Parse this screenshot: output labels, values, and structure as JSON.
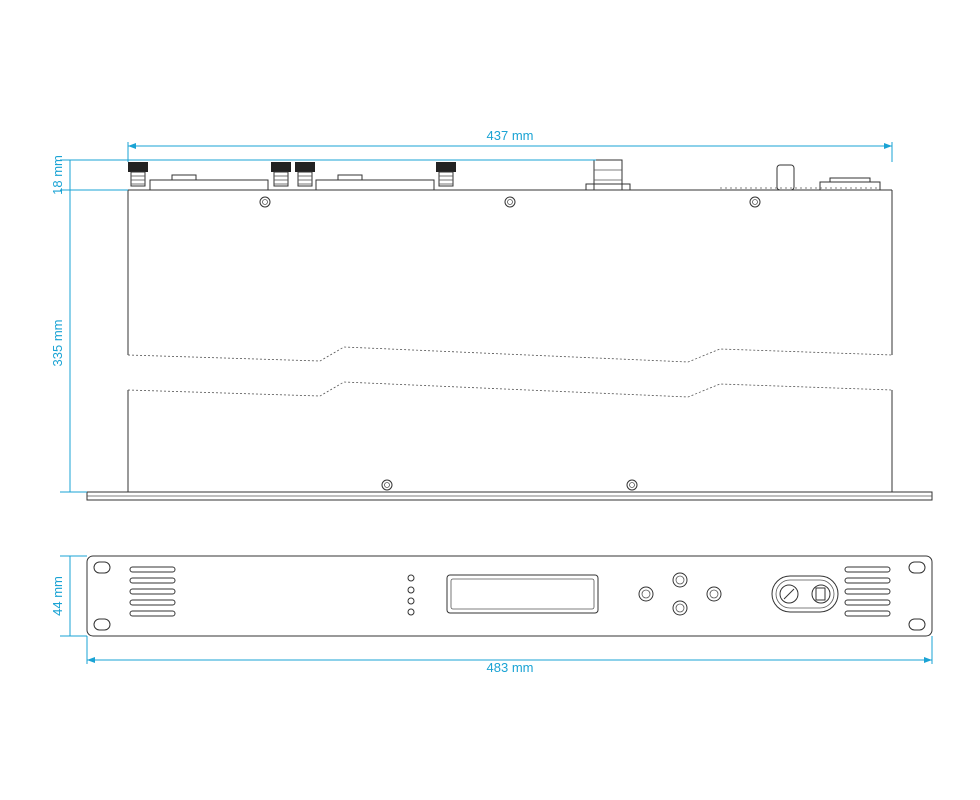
{
  "dimensions": {
    "width_top": "437 mm",
    "connector_height": "18 mm",
    "depth": "335 mm",
    "height_front": "44 mm",
    "width_front": "483 mm"
  },
  "colors": {
    "dimension": "#1aa3d4",
    "outline": "#333333"
  }
}
